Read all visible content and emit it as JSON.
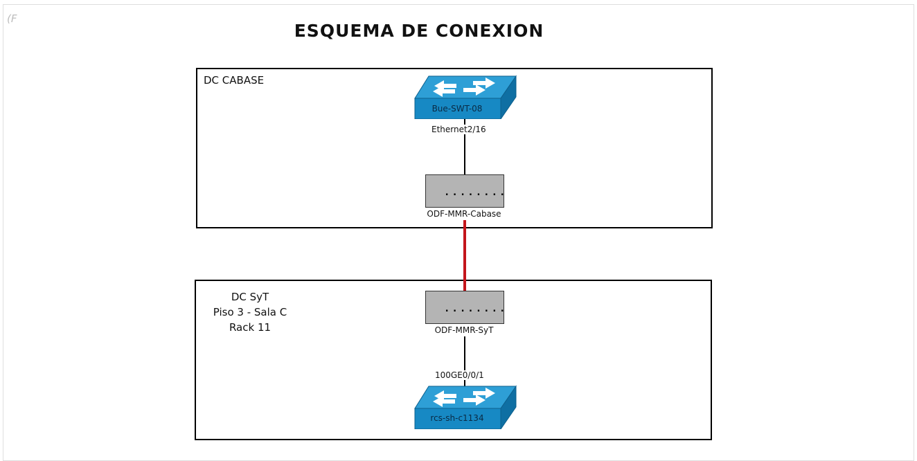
{
  "corner_mark": "(F",
  "title": "ESQUEMA DE CONEXION",
  "colors": {
    "link_red": "#c4151b",
    "switch_top": "#2e9fd6",
    "switch_front": "#1789c4",
    "odf_fill": "#b4b4b4"
  },
  "boxes": {
    "cabase": {
      "label": "DC CABASE"
    },
    "syt": {
      "label_lines": [
        "DC SyT",
        "Piso 3 - Sala C",
        "Rack 11"
      ]
    }
  },
  "devices": {
    "switch_top": {
      "name": "Bue-SWT-08",
      "port": "Ethernet2/16",
      "icon": "network-switch-icon"
    },
    "odf_cabase": {
      "name": "ODF-MMR-Cabase",
      "icon": "odf-patch-panel-icon"
    },
    "odf_syt": {
      "name": "ODF-MMR-SyT",
      "icon": "odf-patch-panel-icon"
    },
    "switch_bottom": {
      "name": "rcs-sh-c1134",
      "port": "100GE0/0/1",
      "icon": "network-switch-icon"
    }
  },
  "odf_dots": "........"
}
